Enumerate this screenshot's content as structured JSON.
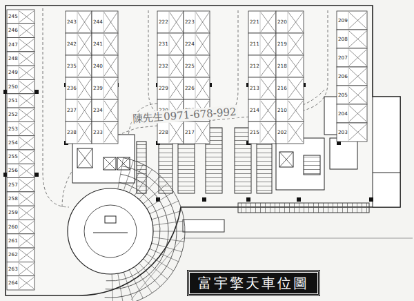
{
  "diagram": {
    "title": "富宇擎天車位圖",
    "labels": [
      "245",
      "246",
      "247",
      "248",
      "249",
      "250",
      "251",
      "252",
      "253",
      "254",
      "255",
      "256",
      "257",
      "258",
      "259",
      "260",
      "261",
      "262",
      "263",
      "264",
      "243",
      "242",
      "235",
      "236",
      "237",
      "238",
      "244",
      "241",
      "240",
      "239",
      "234",
      "233",
      "222",
      "231",
      "232",
      "229",
      "230",
      "228",
      "223",
      "224",
      "225",
      "226",
      "227",
      "217",
      "221",
      "211",
      "212",
      "213",
      "214",
      "215",
      "220",
      "219",
      "218",
      "216",
      "210",
      "202",
      "209",
      "208",
      "207",
      "206",
      "205",
      "204",
      "203",
      "陳先生0971-678-992"
    ]
  }
}
